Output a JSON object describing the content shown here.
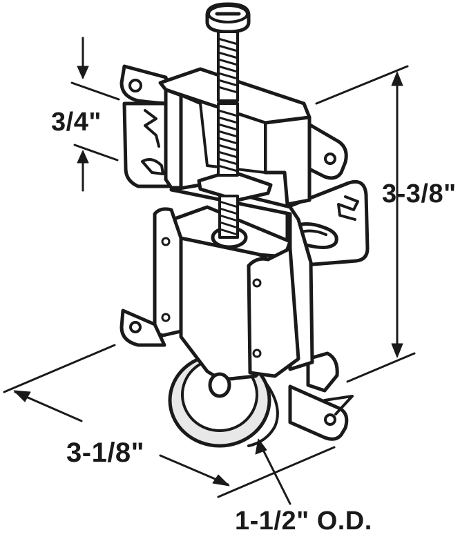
{
  "dimensions": {
    "slot_spacing": "3/4\"",
    "overall_height": "3-3/8\"",
    "overall_length": "3-1/8\"",
    "wheel_diameter": "1-1/2\" O.D."
  },
  "colors": {
    "line": "#1a1a1a",
    "fill": "#ffffff",
    "wheel_shade": "#e8e8e8"
  }
}
